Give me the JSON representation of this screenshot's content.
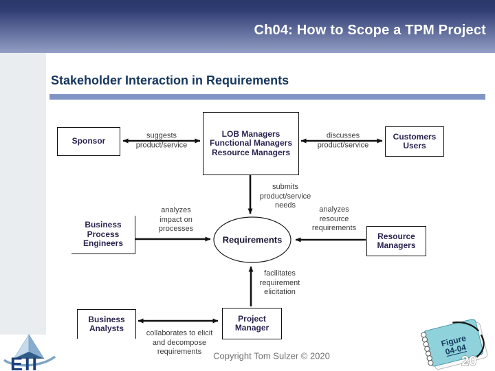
{
  "header": {
    "title": "Ch04: How to Scope a TPM Project"
  },
  "heading": {
    "text": "Stakeholder Interaction in Requirements"
  },
  "diagram": {
    "nodes": {
      "sponsor": "Sponsor",
      "lob": "LOB Managers\nFunctional Managers\nResource Managers",
      "customers": "Customers\nUsers",
      "business_process_engineers": "Business\nProcess\nEngineers",
      "resource_managers": "Resource\nManagers",
      "business_analysts": "Business\nAnalysts",
      "project_manager": "Project\nManager",
      "requirements": "Requirements"
    },
    "edge_labels": {
      "suggests": "suggests\nproduct/service",
      "discusses": "discusses\nproduct/service",
      "submits": "submits\nproduct/service\nneeds",
      "analyzes_impact": "analyzes\nimpact on\nprocesses",
      "analyzes_resource": "analyzes\nresource\nrequirements",
      "facilitates": "facilitates\nrequirement\nelicitation",
      "collaborates": "collaborates to elicit\nand decompose\nrequirements"
    }
  },
  "footer": {
    "copyright": "Copyright Tom Sulzer © 2020",
    "figure_line1": "Figure",
    "figure_line2": "04-04",
    "page_number": "20",
    "logo_text": "EII"
  },
  "colors": {
    "header_gradient_top": "#2e3c72",
    "header_gradient_bottom": "#939dc4",
    "heading_text": "#17365d",
    "heading_bar": "#8095c5",
    "left_strip": "#e9edf0",
    "notebook_teal": "#8fd2db",
    "logo_navy": "#1d3f78"
  }
}
